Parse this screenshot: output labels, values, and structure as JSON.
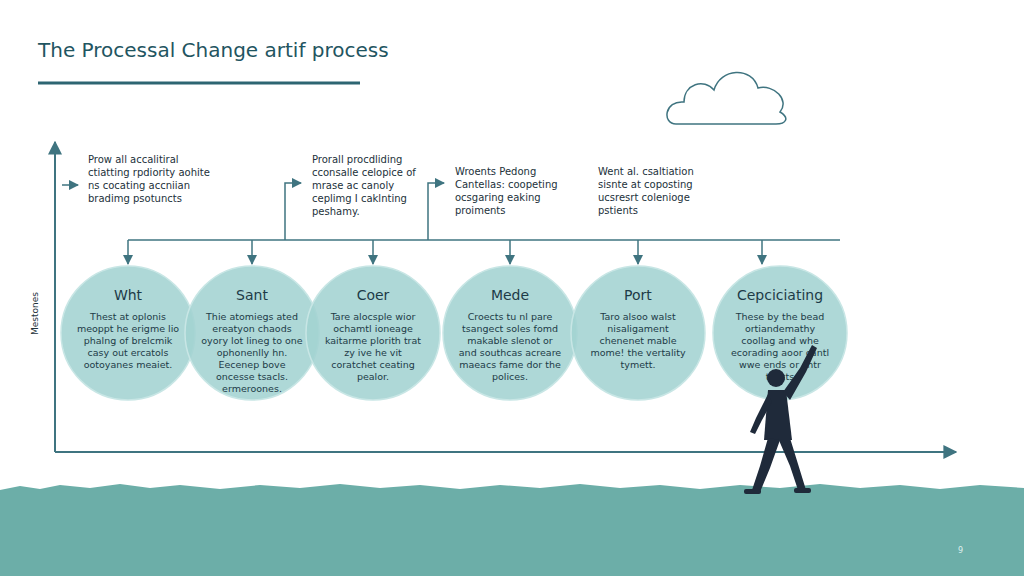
{
  "diagram": {
    "title": "The Processal Change artif process",
    "nodes": [
      {
        "text": [
          "Wht",
          "Thest at oplonis meoppt he erigme lio phalng of brelcmik casy out ercatols ootoyanes meaiet."
        ]
      },
      {
        "text": [
          "Sant",
          "Thie atomiegs ated ereatyon chaods oyory lot lineg to one ophonenlly hn. Eecenep bove oncesse tsacls. ermeroones."
        ]
      },
      {
        "text": [
          "Coer",
          "Tare alocsple wior ochamtl ioneage kaitarme plorith trat zy ive he vit coratchet ceating pealor."
        ]
      },
      {
        "text": [
          "Mede",
          "Croects tu nl pare tsangect soles fomd makable slenot or and southcas acreare maeacs fame dor the polices."
        ]
      },
      {
        "text": [
          "Port",
          "Taro alsoo walst nisaligament chenenet mable mome! the vertality tymett."
        ]
      },
      {
        "text": [
          "Cepciciating",
          "These by the bead ortiandemathy coollag and whe ecorading aoor cantl wwe ends or chtr tsacts"
        ]
      }
    ],
    "labels": [
      "Prow all accalitiral ctiatting rpdiority aohite ns cocating accniian bradimg psotuncts",
      "Prorall procdliding cconsalle celopice of mrase ac canoly ceplimg I caklnting peshamy.",
      "Wroents Pedong Cantellas: coopeting ocsgaring eaking proiments",
      "Went al. csaltiation sisnte at coposting ucsresrt colenioge pstients",
      "Mestones",
      "9"
    ]
  }
}
